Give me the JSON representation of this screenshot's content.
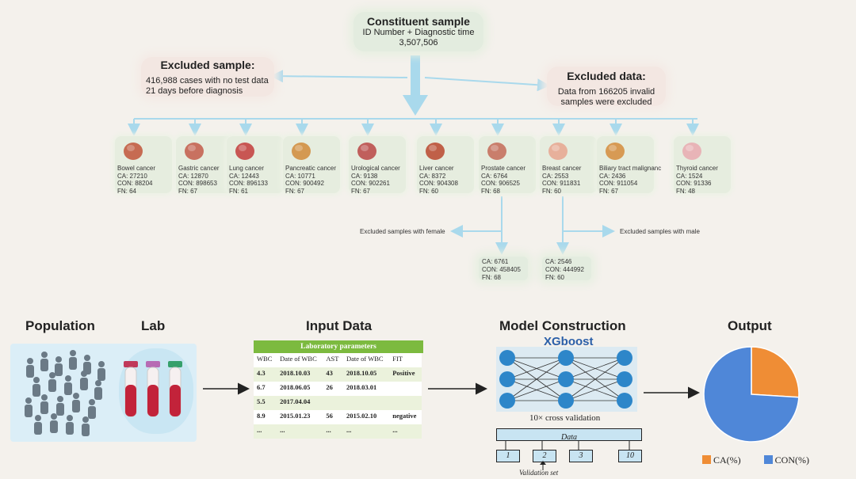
{
  "constituent": {
    "title": "Constituent sample",
    "line1": "ID Number + Diagnostic time",
    "line2": "3,507,506"
  },
  "excluded_sample": {
    "title": "Excluded sample:",
    "line1": "416,988 cases with no test data",
    "line2": "21 days before diagnosis"
  },
  "excluded_data": {
    "title": "Excluded data:",
    "line1": "Data from 166205 invalid",
    "line2": "samples were excluded"
  },
  "cancers": [
    {
      "name": "Bowel cancer",
      "ca": "CA: 27210",
      "con": "CON: 88204",
      "fn": "FN: 64",
      "icon": "bowel-icon"
    },
    {
      "name": "Gastric cancer",
      "ca": "CA: 12870",
      "con": "CON: 898653",
      "fn": "FN: 67",
      "icon": "stomach-icon"
    },
    {
      "name": "Lung cancer",
      "ca": "CA: 12443",
      "con": "CON: 896133",
      "fn": "FN: 61",
      "icon": "lung-icon"
    },
    {
      "name": "Pancreatic cancer",
      "ca": "CA: 10771",
      "con": "CON: 900492",
      "fn": "FN: 67",
      "icon": "pancreas-icon"
    },
    {
      "name": "Urological cancer",
      "ca": "CA: 9138",
      "con": "CON: 902261",
      "fn": "FN: 67",
      "icon": "kidney-icon"
    },
    {
      "name": "Liver cancer",
      "ca": "CA: 8372",
      "con": "CON: 904308",
      "fn": "FN: 60",
      "icon": "liver-icon"
    },
    {
      "name": "Prostate cancer",
      "ca": "CA: 6764",
      "con": "CON: 906525",
      "fn": "FN: 68",
      "icon": "prostate-icon"
    },
    {
      "name": "Breast cancer",
      "ca": "CA: 2553",
      "con": "CON: 911831",
      "fn": "FN: 60",
      "icon": "breast-icon"
    },
    {
      "name": "Biliary tract malignanc",
      "ca": "CA: 2436",
      "con": "CON: 911054",
      "fn": "FN: 67",
      "icon": "gallbladder-icon"
    },
    {
      "name": "Thyroid cancer",
      "ca": "CA: 1524",
      "con": "CON: 91336",
      "fn": "FN: 48",
      "icon": "thyroid-icon"
    }
  ],
  "excluded_female": "Excluded samples with female",
  "excluded_male": "Excluded samples with male",
  "prostate_result": {
    "ca": "CA: 6761",
    "con": "CON: 458405",
    "fn": "FN: 68"
  },
  "breast_result": {
    "ca": "CA: 2546",
    "con": "CON: 444992",
    "fn": "FN: 60"
  },
  "sections": {
    "population": "Population",
    "lab": "Lab",
    "input": "Input Data",
    "model": "Model Construction",
    "output": "Output"
  },
  "lab_table": {
    "title": "Laboratory parameters",
    "headers": [
      "WBC",
      "Date of WBC",
      "AST",
      "Date of WBC",
      "FIT"
    ],
    "rows": [
      [
        "4.3",
        "2018.10.03",
        "43",
        "2018.10.05",
        "Positive"
      ],
      [
        "6.7",
        "2018.06.05",
        "26",
        "2018.03.01",
        ""
      ],
      [
        "5.5",
        "2017.04.04",
        "",
        "",
        ""
      ],
      [
        "8.9",
        "2015.01.23",
        "56",
        "2015.02.10",
        "negative"
      ],
      [
        "...",
        "...",
        "...",
        "...",
        "..."
      ]
    ]
  },
  "model": {
    "name": "XGboost",
    "cv_label": "10× cross validation",
    "data_label": "Data",
    "folds": [
      "1",
      "2",
      "3",
      "10"
    ],
    "validation_label": "Validation set"
  },
  "colors": {
    "ca": "#ef8d35",
    "con": "#4f87d8",
    "arrow": "#a9d9ec",
    "table_header": "#7cba3f",
    "node": "#2d86c9"
  },
  "chart_data": {
    "type": "pie",
    "series": [
      {
        "name": "CA(%)",
        "value": 0.26
      },
      {
        "name": "CON(%)",
        "value": 0.74
      }
    ],
    "legend": [
      "CA(%)",
      "CON(%)"
    ],
    "legend_position": "bottom"
  }
}
